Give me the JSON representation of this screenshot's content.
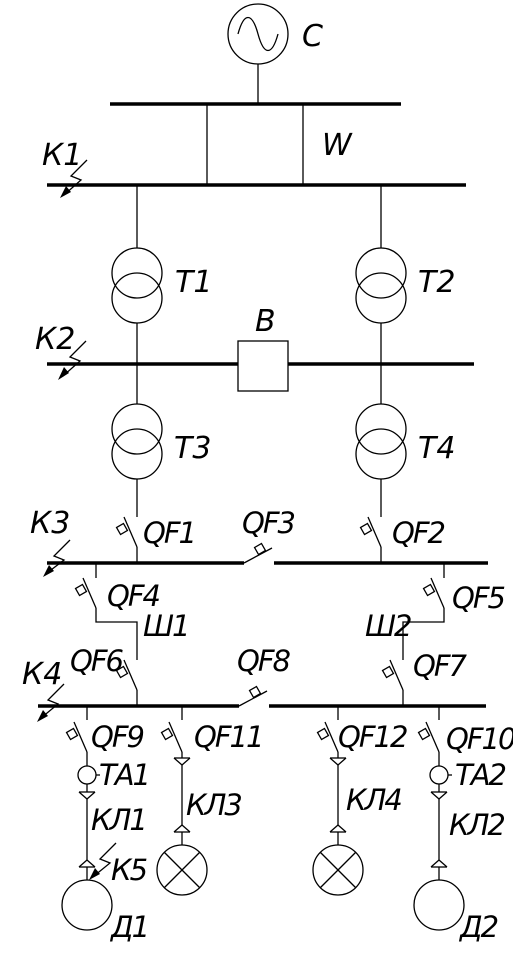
{
  "labels": {
    "generator": "С",
    "line": "W",
    "switch_b": "В",
    "tr1": "Т1",
    "tr2": "Т2",
    "tr3": "Т3",
    "tr4": "Т4",
    "k1": "К1",
    "k2": "К2",
    "k3": "К3",
    "k4": "К4",
    "k5": "К5",
    "qf1": "QF1",
    "qf2": "QF2",
    "qf3": "QF3",
    "qf4": "QF4",
    "qf5": "QF5",
    "qf6": "QF6",
    "qf7": "QF7",
    "qf8": "QF8",
    "qf9": "QF9",
    "qf10": "QF10",
    "qf11": "QF11",
    "qf12": "QF12",
    "sh1": "Ш1",
    "sh2": "Ш2",
    "ta1": "ТА1",
    "ta2": "ТА2",
    "kl1": "КЛ1",
    "kl2": "КЛ2",
    "kl3": "КЛ3",
    "kl4": "КЛ4",
    "d1": "Д1",
    "d2": "Д2"
  },
  "icons": {
    "generator": "generator-icon",
    "transformer": "transformer-icon",
    "breaker": "circuit-breaker-icon",
    "fault": "short-circuit-icon",
    "lamp": "lamp-load-icon",
    "motor": "motor-icon",
    "current_transformer": "current-transformer-icon",
    "cable_end": "cable-termination-icon"
  }
}
